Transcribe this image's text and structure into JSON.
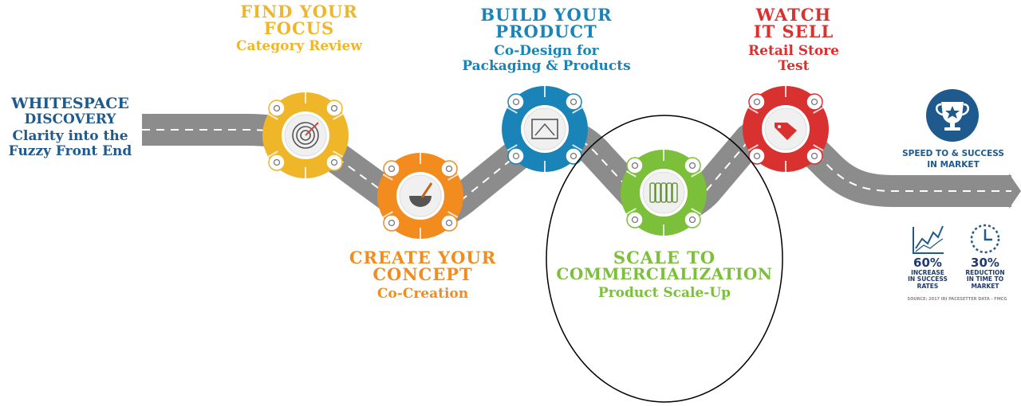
{
  "colors": {
    "yellow": "#f0b62a",
    "orange": "#f28c1e",
    "blue": "#1a84b8",
    "green": "#7cbf3a",
    "red": "#d8312f",
    "navy": "#1e5a8e",
    "road": "#8c8c8c"
  },
  "whitespace": {
    "title_line1": "WHITESPACE",
    "title_line2": "DISCOVERY",
    "subtitle_line1": "Clarity into the",
    "subtitle_line2": "Fuzzy Front End"
  },
  "stages": [
    {
      "key": "find",
      "title_line1": "FIND YOUR",
      "title_line2": "FOCUS",
      "subtitle_line1": "Category Review",
      "subtitle_line2": "",
      "icon": "target-icon"
    },
    {
      "key": "create",
      "title_line1": "CREATE YOUR",
      "title_line2": "CONCEPT",
      "subtitle_line1": "Co-Creation",
      "subtitle_line2": "",
      "icon": "mixing-bowl-icon"
    },
    {
      "key": "build",
      "title_line1": "BUILD YOUR",
      "title_line2": "PRODUCT",
      "subtitle_line1": "Co-Design for",
      "subtitle_line2": "Packaging & Products",
      "icon": "blueprint-icon"
    },
    {
      "key": "scale",
      "title_line1": "SCALE TO",
      "title_line2": "COMMERCIALIZATION",
      "subtitle_line1": "Product Scale-Up",
      "subtitle_line2": "",
      "icon": "bottles-icon"
    },
    {
      "key": "sell",
      "title_line1": "WATCH",
      "title_line2": "IT SELL",
      "subtitle_line1": "Retail Store",
      "subtitle_line2": "Test",
      "icon": "price-tag-icon"
    }
  ],
  "market": {
    "title_line1": "SPEED TO & SUCCESS",
    "title_line2": "IN MARKET",
    "icon": "trophy-icon"
  },
  "stats": [
    {
      "value": "60%",
      "line1": "INCREASE",
      "line2": "IN SUCCESS",
      "line3": "RATES",
      "icon": "growth-chart-icon"
    },
    {
      "value": "30%",
      "line1": "REDUCTION",
      "line2": "IN TIME TO",
      "line3": "MARKET",
      "icon": "clock-icon"
    }
  ],
  "source": "SOURCE: 2017 IRI PACESETTER DATA - FMCG"
}
